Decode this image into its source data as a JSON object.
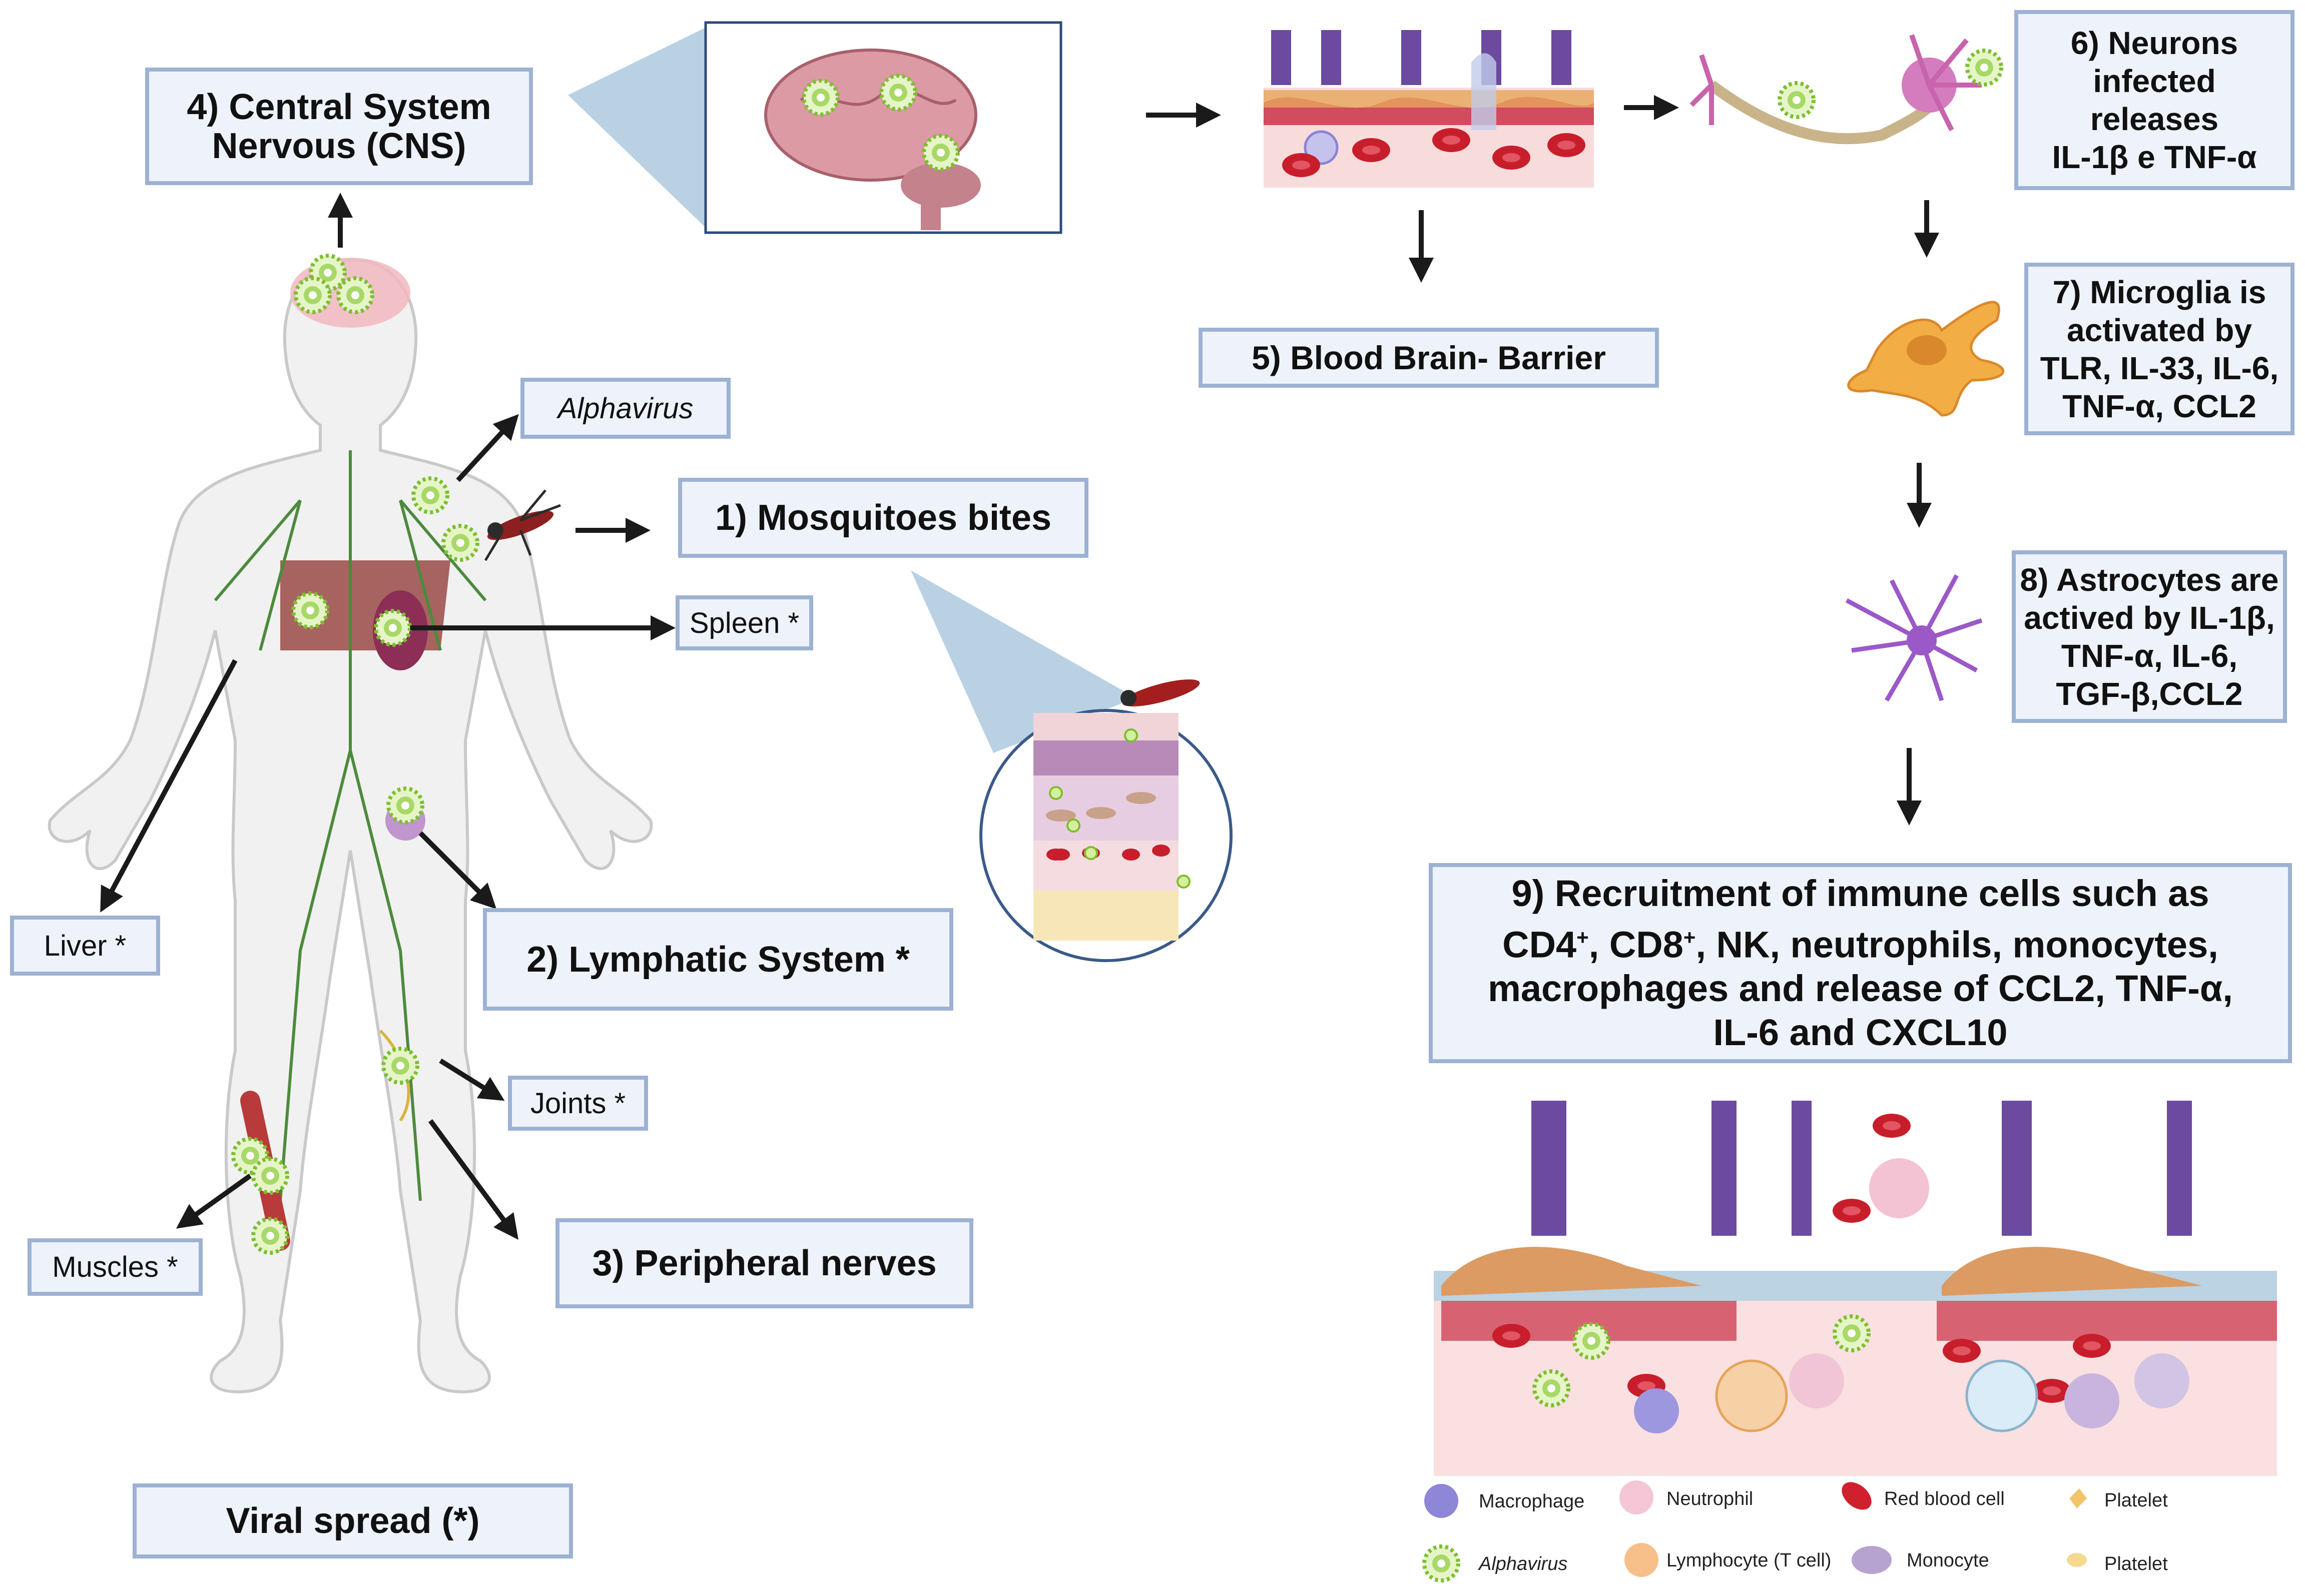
{
  "boxes": {
    "cns": {
      "line1": "4)  Central System",
      "line2": "Nervous (CNS)"
    },
    "alphavirus": "Alphavirus",
    "mosquito_bites": "1) Mosquitoes bites",
    "spleen": "Spleen *",
    "liver": "Liver *",
    "lymphatic": "2) Lymphatic System *",
    "joints": "Joints *",
    "muscles": "Muscles *",
    "peripheral": "3) Peripheral nerves",
    "viral_spread": "Viral spread (*)",
    "bbb": "5) Blood Brain- Barrier",
    "neurons": {
      "line1": "6) Neurons",
      "line2": "infected",
      "line3": "releases",
      "line4": "IL-1β  e TNF-α"
    },
    "microglia": {
      "line1": "7) Microglia is",
      "line2": "activated by",
      "line3": "TLR, IL-33, IL-6,",
      "line4": "TNF-α, CCL2"
    },
    "astrocytes": {
      "line1": "8) Astrocytes are",
      "line2": "actived by  IL-1β,",
      "line3": "TNF-α, IL-6,",
      "line4": "TGF-β,CCL2"
    },
    "recruitment": {
      "line1": "9) Recruitment of immune cells such as",
      "line2_a": "CD4",
      "line2_sup1": "+",
      "line2_b": ", CD8",
      "line2_sup2": "+",
      "line2_c": ", NK, neutrophils, monocytes,",
      "line3": "macrophages and release of CCL2, TNF-α,",
      "line4": "IL-6  and CXCL10"
    }
  },
  "legend": [
    {
      "label": "Macrophage",
      "icon": "macrophage-icon",
      "color": "#8e86d6"
    },
    {
      "label": "Neutrophil",
      "icon": "neutrophil-icon",
      "color": "#f4c6d6"
    },
    {
      "label": "Red blood cell",
      "icon": "red-blood-cell-icon",
      "color": "#d0202e"
    },
    {
      "label": "Platelet",
      "icon": "platelet-icon",
      "color": "#f2c46a"
    },
    {
      "label": "Alphavirus",
      "icon": "alphavirus-icon",
      "color": "#8cc63f"
    },
    {
      "label": "Lymphocyte (T cell)",
      "icon": "lymphocyte-icon",
      "color": "#f7c08a"
    },
    {
      "label": "Monocyte",
      "icon": "monocyte-icon",
      "color": "#b7a3cf"
    },
    {
      "label": "Platelet",
      "icon": "platelet-small-icon",
      "color": "#f6d890"
    }
  ]
}
